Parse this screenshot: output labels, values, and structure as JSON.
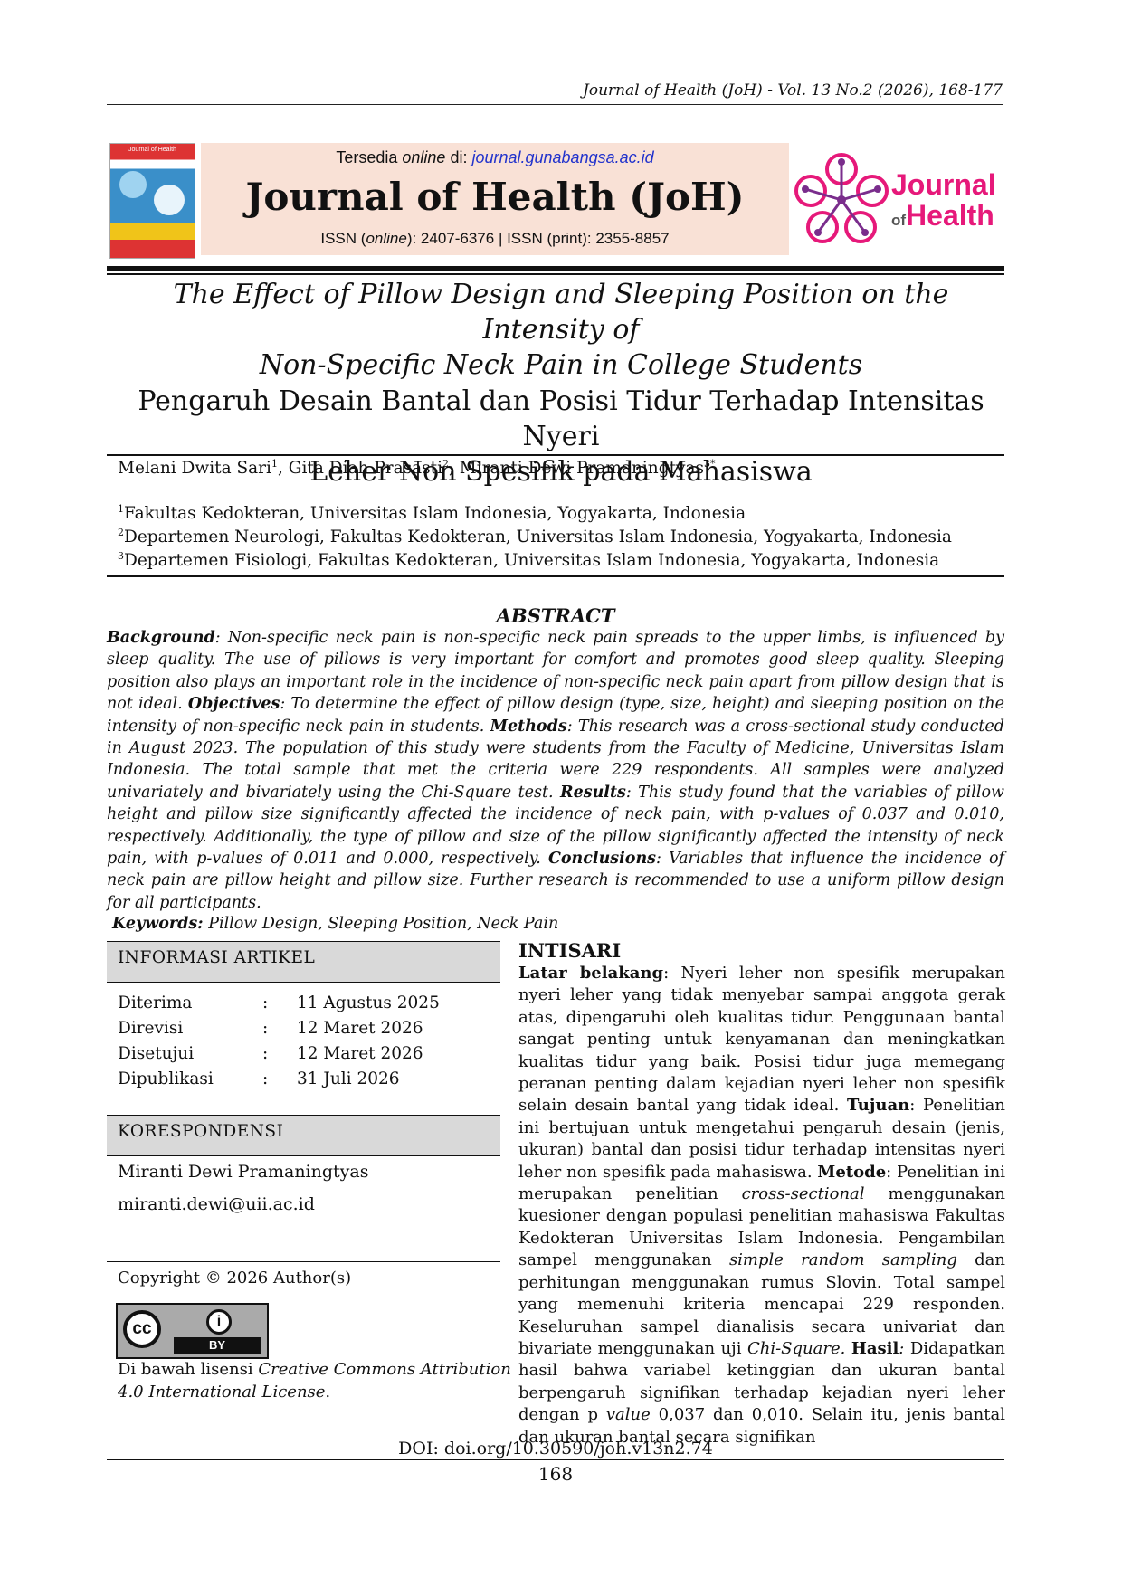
{
  "running_head": "Journal of Health (JoH) - Vol. 13 No.2 (2026), 168-177",
  "header": {
    "available_prefix": "Tersedia ",
    "available_online": "online",
    "available_mid": " di: ",
    "available_link": "journal.gunabangsa.ac.id",
    "journal_title": "Journal of Health (JoH)",
    "issn_prefix": "ISSN (",
    "issn_online_word": "online",
    "issn_rest": "): 2407-6376 | ISSN (print): 2355-8857",
    "logo_word1": "Journal",
    "logo_of": "of",
    "logo_word2": "Health",
    "cover_text": "Journal of Health"
  },
  "title_en_line1": "The Effect of Pillow Design and Sleeping Position on the Intensity of",
  "title_en_line2": "Non-Specific Neck Pain in College Students",
  "title_id_line1": "Pengaruh Desain Bantal dan Posisi Tidur Terhadap Intensitas Nyeri",
  "title_id_line2": "Leher Non Spesifik pada Mahasiswa",
  "authors": {
    "a1": "Melani Dwita Sari",
    "s1": "1",
    "a2": ", Gita Diah Prasasti",
    "s2": "2",
    "a3": ", Miranti Dewi Pramaningtyas",
    "s3": "3*"
  },
  "affiliations": [
    {
      "sup": "1",
      "text": "Fakultas Kedokteran, Universitas Islam Indonesia, Yogyakarta, Indonesia"
    },
    {
      "sup": "2",
      "text": "Departemen Neurologi, Fakultas Kedokteran, Universitas Islam Indonesia, Yogyakarta, Indonesia"
    },
    {
      "sup": "3",
      "text": "Departemen Fisiologi, Fakultas Kedokteran, Universitas Islam Indonesia, Yogyakarta, Indonesia"
    }
  ],
  "abstract": {
    "heading": "ABSTRACT",
    "bg_label": "Background",
    "bg_text": ": Non-specific neck pain is non-specific neck pain spreads to the upper limbs, is influenced by sleep quality.  The use of pillows is very important for comfort and promotes good sleep quality. Sleeping position also plays an important role in the incidence of non-specific neck pain apart from pillow design that is not ideal. ",
    "obj_label": "Objectives",
    "obj_text": ": To determine the effect of pillow design (type, size, height) and sleeping position on the intensity of non-specific neck pain in students. ",
    "met_label": "Methods",
    "met_text": ": This research was a cross-sectional study conducted in August 2023. The population of this study were students from the Faculty of Medicine, Universitas Islam Indonesia. The total sample that met the criteria were 229 respondents. All samples were analyzed univariately and bivariately using the Chi-Square test. ",
    "res_label": "Results",
    "res_text": ": This study found that the variables of pillow height and pillow size significantly affected the incidence of neck pain, with p-values of 0.037 and 0.010, respectively. Additionally, the type of pillow and size of the pillow significantly affected the intensity of neck pain, with p-values of 0.011 and 0.000, respectively. ",
    "con_label": "Conclusions",
    "con_text": ": Variables that influence the incidence of neck pain are pillow height and pillow size. Further research is recommended to use a uniform pillow design for all participants."
  },
  "keywords": {
    "label": "Keywords:",
    "text": " Pillow Design, Sleeping Position, Neck Pain"
  },
  "article_info": {
    "heading": "INFORMASI ARTIKEL",
    "rows": [
      {
        "label": "Diterima",
        "sep": ":",
        "value": "11 Agustus 2025"
      },
      {
        "label": "Direvisi",
        "sep": ":",
        "value": "12 Maret 2026"
      },
      {
        "label": "Disetujui",
        "sep": ":",
        "value": "12 Maret 2026"
      },
      {
        "label": "Dipublikasi",
        "sep": ":",
        "value": "31 Juli 2026"
      }
    ]
  },
  "correspondence": {
    "heading": "KORESPONDENSI",
    "name": "Miranti Dewi Pramaningtyas",
    "email": "miranti.dewi@uii.ac.id"
  },
  "copyright": "Copyright © 2026 Author(s)",
  "cc_badge": {
    "cc": "cc",
    "person": "i",
    "by": "BY"
  },
  "license": {
    "prefix": "Di bawah lisensi ",
    "name": "Creative Commons Attribution 4.0 International License",
    "suffix": "."
  },
  "intisari": {
    "heading": "INTISARI",
    "lb_label": "Latar belakang",
    "lb_text": ": Nyeri leher non spesifik merupakan nyeri leher yang tidak menyebar sampai anggota gerak atas, dipengaruhi oleh kualitas tidur.  Penggunaan bantal sangat penting untuk kenyamanan dan meningkatkan kualitas tidur yang baik. Posisi tidur juga memegang peranan penting dalam kejadian nyeri leher non spesifik selain desain bantal yang tidak ideal. ",
    "tuj_label": "Tujuan",
    "tuj_text": ": Penelitian ini bertujuan untuk mengetahui pengaruh desain (jenis, ukuran) bantal dan posisi tidur terhadap intensitas nyeri leher non spesifik pada mahasiswa. ",
    "met_label": "Metode",
    "met_text1": ": Penelitian ini merupakan penelitian ",
    "met_i1": "cross-sectional",
    "met_text2": " menggunakan kuesioner dengan populasi penelitian mahasiswa Fakultas Kedokteran Universitas Islam Indonesia. Pengambilan sampel menggunakan ",
    "met_i2": "simple random sampling",
    "met_text3": " dan perhitungan menggunakan rumus Slovin. Total sampel yang memenuhi kriteria mencapai 229 responden. Keseluruhan sampel dianalisis secara univariat dan bivariate menggunakan uji ",
    "met_i3": "Chi-Square.",
    "met_text4": "  ",
    "has_label": "Hasil",
    "has_colon": ":",
    "has_text1": " Didapatkan hasil bahwa variabel ketinggian dan ukuran bantal berpengaruh signifikan terhadap kejadian nyeri leher dengan p ",
    "has_i1": "value",
    "has_text2": " 0,037 dan 0,010. Selain itu, jenis bantal dan ukuran bantal secara signifikan"
  },
  "footer": {
    "doi": "DOI: doi.org/10.30590/joh.v13n2.74",
    "page_number": "168"
  }
}
